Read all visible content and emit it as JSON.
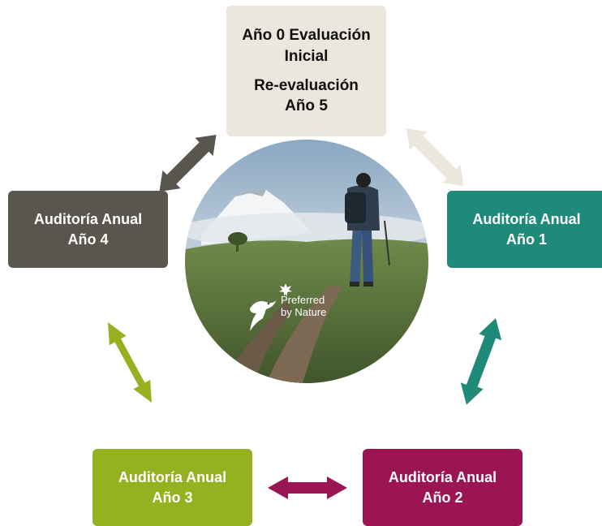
{
  "colors": {
    "top": "#ebe7dd",
    "year1": "#1f8a7a",
    "year2": "#9b1555",
    "year3": "#95b11f",
    "year4": "#59574d"
  },
  "boxes": {
    "top": {
      "line1": "Año 0 Evaluación",
      "line2": "Inicial",
      "line3": "Re-evaluación",
      "line4": "Año 5"
    },
    "year4": {
      "line1": "Auditoría Anual",
      "line2": "Año 4"
    },
    "year1": {
      "line1": "Auditoría Anual",
      "line2": "Año 1"
    },
    "year3": {
      "line1": "Auditoría Anual",
      "line2": "Año 3"
    },
    "year2": {
      "line1": "Auditoría Anual",
      "line2": "Año 2"
    }
  },
  "photo": {
    "logo_line1": "Preferred",
    "logo_line2": "by Nature"
  }
}
